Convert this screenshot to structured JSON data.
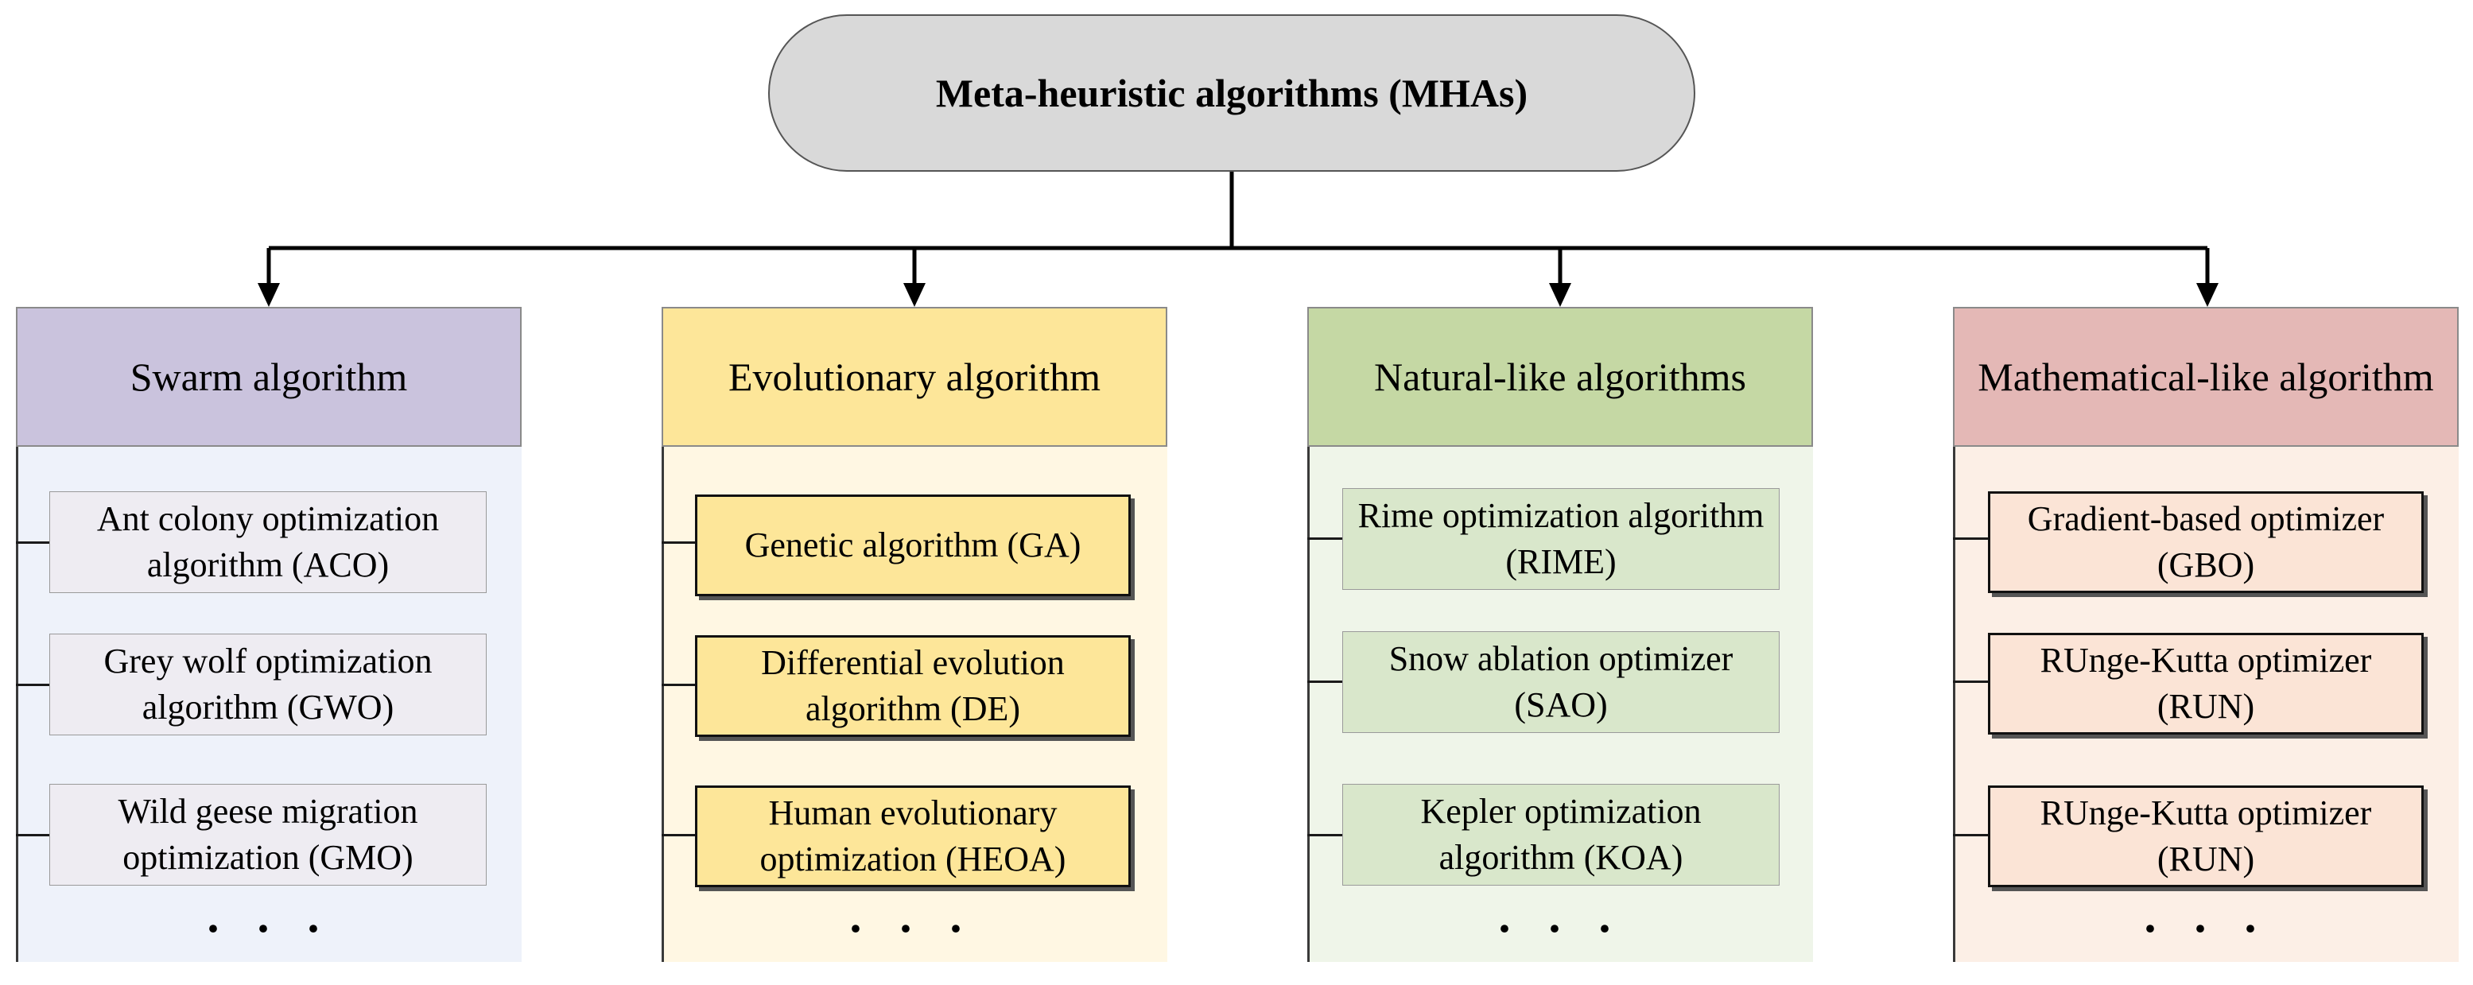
{
  "root": {
    "title": "Meta-heuristic algorithms (MHAs)"
  },
  "columns": [
    {
      "header": "Swarm algorithm",
      "colors": {
        "header": "#cac3dd",
        "body": "#eef2fa",
        "item": "#eeecf2"
      },
      "items": [
        "Ant colony optimization algorithm (ACO)",
        "Grey wolf optimization algorithm (GWO)",
        "Wild geese migration optimization (GMO)"
      ],
      "more": "· · ·"
    },
    {
      "header": "Evolutionary algorithm",
      "colors": {
        "header": "#fde699",
        "body": "#fff7e3",
        "item": "#fde699"
      },
      "items": [
        "Genetic algorithm (GA)",
        "Differential evolution algorithm (DE)",
        "Human evolutionary optimization (HEOA)"
      ],
      "more": "· · ·"
    },
    {
      "header": "Natural-like algorithms",
      "colors": {
        "header": "#c5d8a4",
        "body": "#eff5e9",
        "item": "#d9e7cb"
      },
      "items": [
        "Rime optimization algorithm (RIME)",
        "Snow ablation optimizer (SAO)",
        "Kepler optimization algorithm (KOA)"
      ],
      "more": "· · ·"
    },
    {
      "header": "Mathematical-like algorithm",
      "colors": {
        "header": "#e4b8b6",
        "body": "#fcefe6",
        "item": "#fbe4d6"
      },
      "items": [
        "Gradient-based optimizer (GBO)",
        "RUnge-Kutta optimizer (RUN)",
        "RUnge-Kutta optimizer (RUN)"
      ],
      "more": "· · ·"
    }
  ],
  "colors": {
    "root_fill": "#d9d9d9",
    "connector": "#000000"
  }
}
